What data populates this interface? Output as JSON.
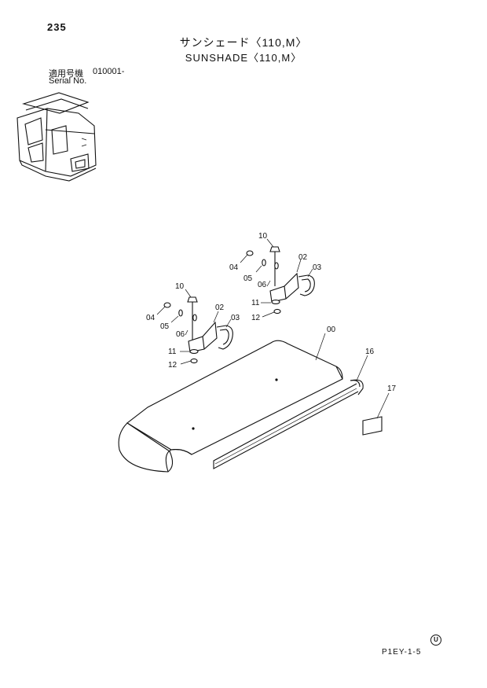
{
  "header": {
    "page_number": "235",
    "title_jp": "サンシェード〈110,M〉",
    "title_en": "SUNSHADE〈110,M〉",
    "serial_label_jp": "適用号機",
    "serial_value": "010001-",
    "serial_label_en": "Serial No."
  },
  "callouts": {
    "c00": "00",
    "c02a": "02",
    "c03a": "03",
    "c04a": "04",
    "c05a": "05",
    "c06a": "06",
    "c10a": "10",
    "c11a": "11",
    "c12a": "12",
    "c02b": "02",
    "c03b": "03",
    "c04b": "04",
    "c05b": "05",
    "c06b": "06",
    "c10b": "10",
    "c11b": "11",
    "c12b": "12",
    "c16": "16",
    "c17": "17"
  },
  "footer": {
    "code": "P1EY-1-5",
    "mark": "U"
  }
}
